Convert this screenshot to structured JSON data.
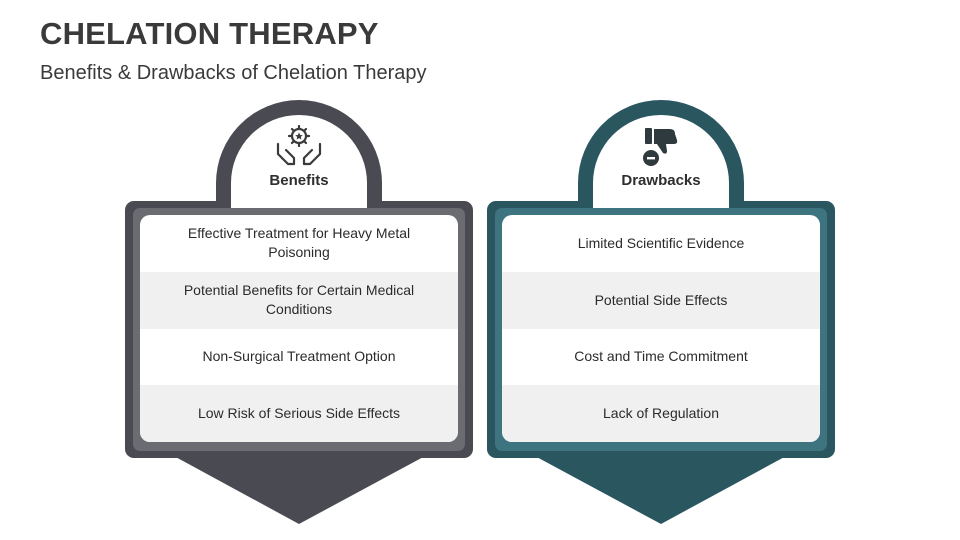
{
  "title": "CHELATION THERAPY",
  "subtitle": "Benefits & Drawbacks of Chelation Therapy",
  "colors": {
    "benefits_dark": "#4a4a52",
    "benefits_mid": "#6b6b72",
    "drawbacks_dark": "#2a5660",
    "drawbacks_mid": "#3e7380",
    "row_alt": "#f0f0f0"
  },
  "benefits": {
    "label": "Benefits",
    "icon": "hands-gear-icon",
    "items": [
      "Effective Treatment for Heavy Metal Poisoning",
      "Potential Benefits for Certain Medical Conditions",
      "Non-Surgical Treatment Option",
      "Low Risk of Serious Side Effects"
    ]
  },
  "drawbacks": {
    "label": "Drawbacks",
    "icon": "thumbs-down-icon",
    "items": [
      "Limited Scientific Evidence",
      "Potential Side Effects",
      "Cost and Time Commitment",
      "Lack of Regulation"
    ]
  }
}
